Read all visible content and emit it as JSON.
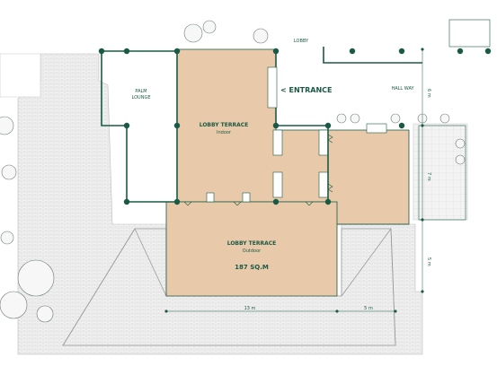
{
  "labels": {
    "lobby_top": "LOBBY",
    "entrance": "< ENTRANCE",
    "hallway": "HALL WAY",
    "palm_lounge_1": "PALM",
    "palm_lounge_2": "LOUNGE",
    "indoor_title": "LOBBY TERRACE",
    "indoor_sub": "Indoor",
    "outdoor_title": "LOBBY TERRACE",
    "outdoor_sub": "Outdoor",
    "area": "187 SQ.M"
  },
  "dimensions": {
    "width_main": "13 m",
    "width_side": "5 m",
    "height_top": "6 m",
    "height_mid": "7 m",
    "height_bottom": "5 m"
  },
  "colors": {
    "terrace_fill": "#e8c9aa",
    "wall": "#1a5a44",
    "paving": "#d9d9d9",
    "accent_text": "#1a5a44"
  }
}
